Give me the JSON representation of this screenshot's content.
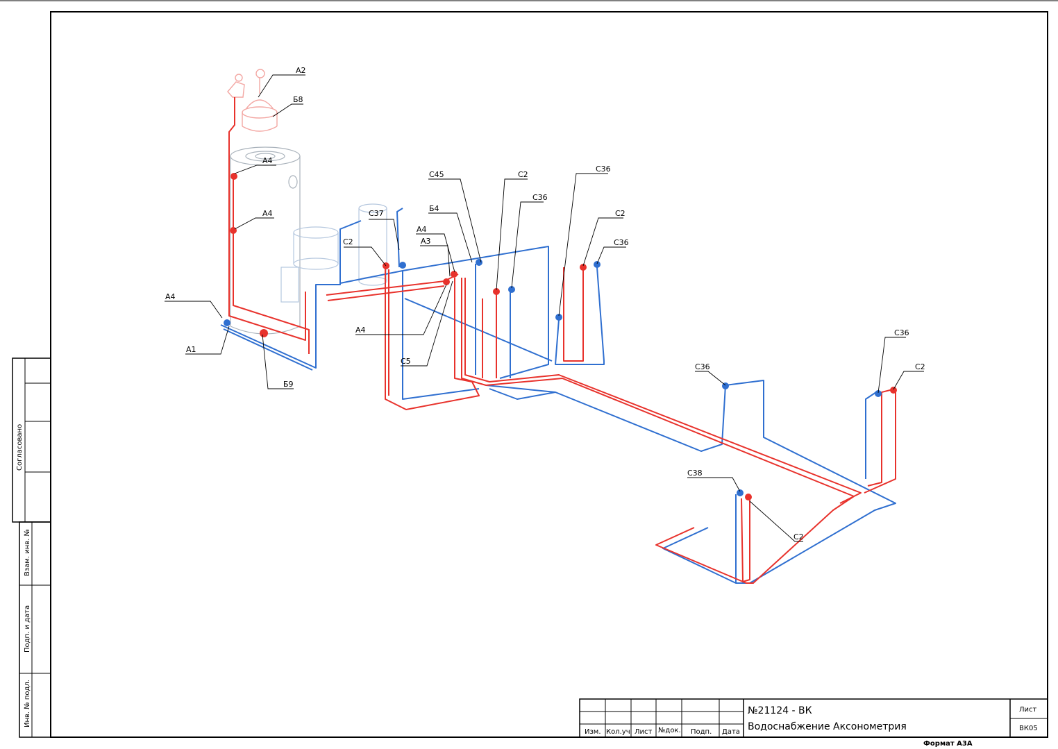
{
  "titleblock": {
    "project": "№21124 - ВК",
    "title": "Водоснабжение Аксонометрия",
    "sheet_label": "Лист",
    "sheet_code": "ВК05",
    "columns": [
      "Изм.",
      "Кол.уч",
      "Лист",
      "№док.",
      "Подп.",
      "Дата"
    ],
    "format": "Формат А3А"
  },
  "side_stamp": {
    "agreed": "Согласовано",
    "replaced_inv": "Взам. инв. №",
    "sign_date": "Подп. и дата",
    "inv_orig": "Инв. № подл."
  },
  "callouts": [
    "А2",
    "Б8",
    "А4",
    "А4",
    "А4",
    "А1",
    "Б9",
    "С45",
    "С2",
    "С36",
    "С36",
    "С2",
    "С36",
    "Б4",
    "С37",
    "А4",
    "А3",
    "С2",
    "А4",
    "С5",
    "С36",
    "С36",
    "С2",
    "С38",
    "С2"
  ],
  "colors": {
    "hot_pipe": "#e8322c",
    "cold_pipe": "#2f6fd0",
    "hot_light": "#f3a7a3",
    "equipment": "#9aa6b2",
    "frame": "#000000"
  }
}
